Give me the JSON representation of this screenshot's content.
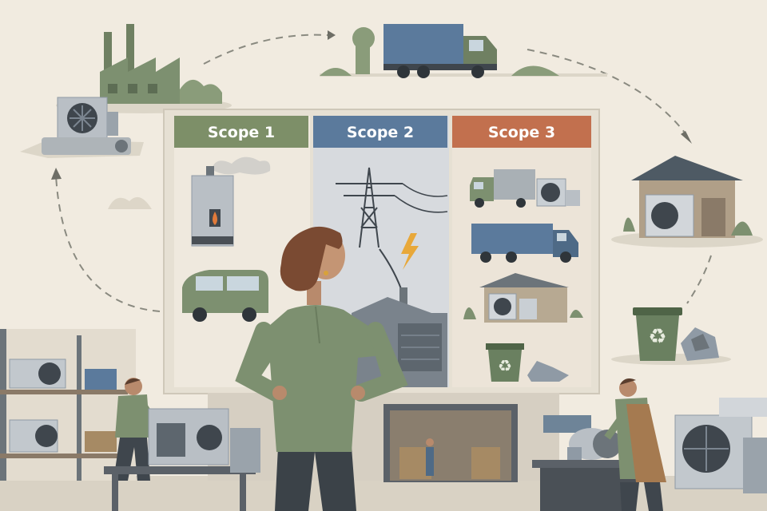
{
  "board": {
    "columns": [
      {
        "label": "Scope 1",
        "color": "#7d8f68"
      },
      {
        "label": "Scope 2",
        "color": "#5b7a9c"
      },
      {
        "label": "Scope 3",
        "color": "#c2704e"
      }
    ]
  },
  "palette": {
    "background": "#f1ebe0",
    "sage": "#7d9070",
    "slate_blue": "#5b7a9c",
    "terracotta": "#c2704e",
    "steel": "#8f9aa5"
  },
  "icons": [
    "factory-icon",
    "truck-icon",
    "warehouse-icon",
    "recycle-bin-icon",
    "heat-pump-icon",
    "power-pylon-icon",
    "lightning-icon",
    "boiler-icon",
    "van-icon"
  ]
}
